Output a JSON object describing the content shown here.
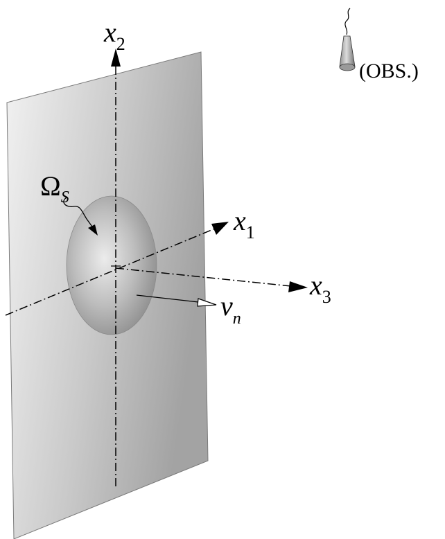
{
  "axes": {
    "x1": {
      "symbol": "x",
      "subscript": "1"
    },
    "x2": {
      "symbol": "x",
      "subscript": "2"
    },
    "x3": {
      "symbol": "x",
      "subscript": "3"
    }
  },
  "labels": {
    "source_region": {
      "symbol": "Ω",
      "subscript": "S"
    },
    "normal_velocity": {
      "symbol": "v",
      "subscript": "n"
    },
    "observer": "(OBS.)"
  },
  "colors": {
    "plate_light": "#efefef",
    "plate_dark": "#9a9a9a",
    "disk_center": "#e6e6e6",
    "disk_edge": "#8c8c8c",
    "line": "#000000"
  },
  "icons": {
    "observer": "microphone-icon"
  }
}
